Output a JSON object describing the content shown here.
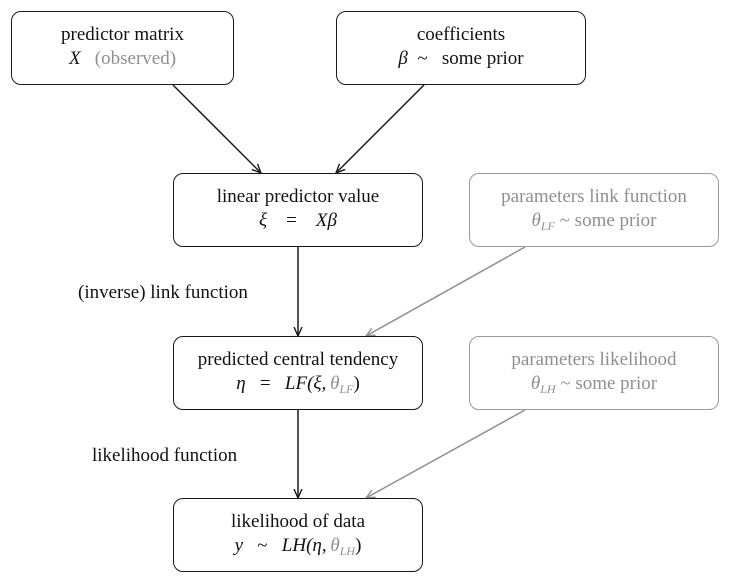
{
  "nodes": {
    "predictor_matrix": {
      "title": "predictor matrix",
      "symbol": "X",
      "note": "(observed)"
    },
    "coefficients": {
      "title": "coefficients",
      "symbol": "β",
      "relation": "~",
      "rhs": "some prior"
    },
    "linear_predictor": {
      "title": "linear predictor value",
      "lhs": "ξ",
      "relation": "=",
      "rhs": "Xβ"
    },
    "link_params": {
      "title": "parameters link function",
      "symbol": "θ",
      "subscript": "LF",
      "relation": "~",
      "rhs": "some prior"
    },
    "central_tendency": {
      "title": "predicted central tendency",
      "lhs": "η",
      "relation": "=",
      "func": "LF",
      "args_open": "(ξ,",
      "arg_theta": "θ",
      "arg_sub": "LF",
      "args_close": ")"
    },
    "likelihood_params": {
      "title": "parameters likelihood",
      "symbol": "θ",
      "subscript": "LH",
      "relation": "~",
      "rhs": "some prior"
    },
    "likelihood": {
      "title": "likelihood of data",
      "lhs": "y",
      "relation": "~",
      "func": "LH",
      "args_open": "(η,",
      "arg_theta": "θ",
      "arg_sub": "LH",
      "args_close": ")"
    }
  },
  "edge_labels": {
    "link_function": "(inverse) link function",
    "likelihood_function": "likelihood function"
  },
  "colors": {
    "main": "#1a1a1a",
    "muted": "#9a9a9a"
  }
}
